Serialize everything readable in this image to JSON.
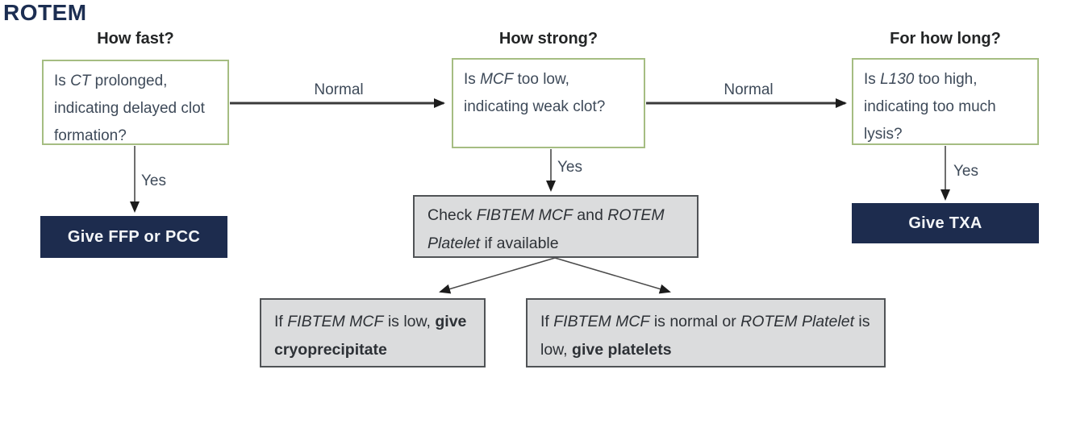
{
  "title": "ROTEM",
  "colors": {
    "navy": "#1d2c4e",
    "green_border": "#a5bd82",
    "gray_fill": "#dbdcdd",
    "gray_border": "#505356",
    "slate_text": "#3e4a59",
    "dark_text": "#2d3136",
    "arrow_line": "#3a3a3a"
  },
  "columns": [
    {
      "header": "How fast?"
    },
    {
      "header": "How strong?"
    },
    {
      "header": "For how long?"
    }
  ],
  "flow": {
    "q_ct": {
      "segments": [
        {
          "t": "Is "
        },
        {
          "t": "CT",
          "i": true
        },
        {
          "t": " prolonged, indicating delayed clot formation?"
        }
      ]
    },
    "q_mcf": {
      "segments": [
        {
          "t": "Is "
        },
        {
          "t": "MCF",
          "i": true
        },
        {
          "t": " too low, indicating weak clot?"
        }
      ]
    },
    "q_lysis": {
      "segments": [
        {
          "t": "Is "
        },
        {
          "t": "L130",
          "i": true
        },
        {
          "t": " too high, indicating too much lysis?"
        }
      ]
    },
    "edge_labels": {
      "normal1": "Normal",
      "normal2": "Normal",
      "yes1": "Yes",
      "yes2": "Yes",
      "yes3": "Yes"
    },
    "action_ffp": "Give FFP or PCC",
    "action_txa": "Give TXA",
    "check_box": {
      "segments": [
        {
          "t": "Check "
        },
        {
          "t": "FIBTEM MCF",
          "i": true
        },
        {
          "t": " and "
        },
        {
          "t": "ROTEM Platelet",
          "i": true
        },
        {
          "t": " if available"
        }
      ]
    },
    "cryo_box": {
      "segments": [
        {
          "t": "If "
        },
        {
          "t": "FIBTEM MCF",
          "i": true
        },
        {
          "t": " is low, "
        },
        {
          "t": "give cryoprecipitate",
          "b": true
        }
      ]
    },
    "platelet_box": {
      "segments": [
        {
          "t": "If "
        },
        {
          "t": "FIBTEM MCF",
          "i": true
        },
        {
          "t": " is normal or "
        },
        {
          "t": "ROTEM Platelet",
          "i": true
        },
        {
          "t": " is low, "
        },
        {
          "t": "give platelets",
          "b": true
        }
      ]
    }
  }
}
